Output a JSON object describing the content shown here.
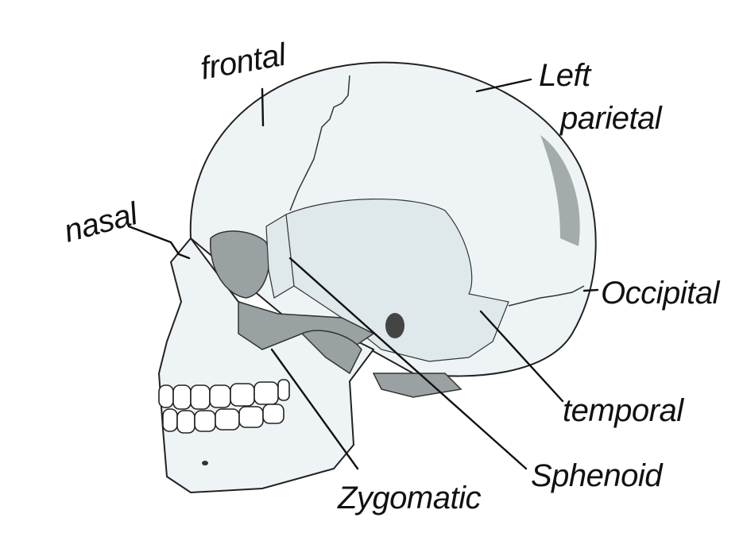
{
  "labels": {
    "frontal": "frontal",
    "left_parietal_line1": "Left",
    "left_parietal_line2": "parietal",
    "nasal": "nasal",
    "occipital": "Occipital",
    "temporal": "temporal",
    "zygomatic": "Zygomatic",
    "sphenoid": "Sphenoid"
  }
}
